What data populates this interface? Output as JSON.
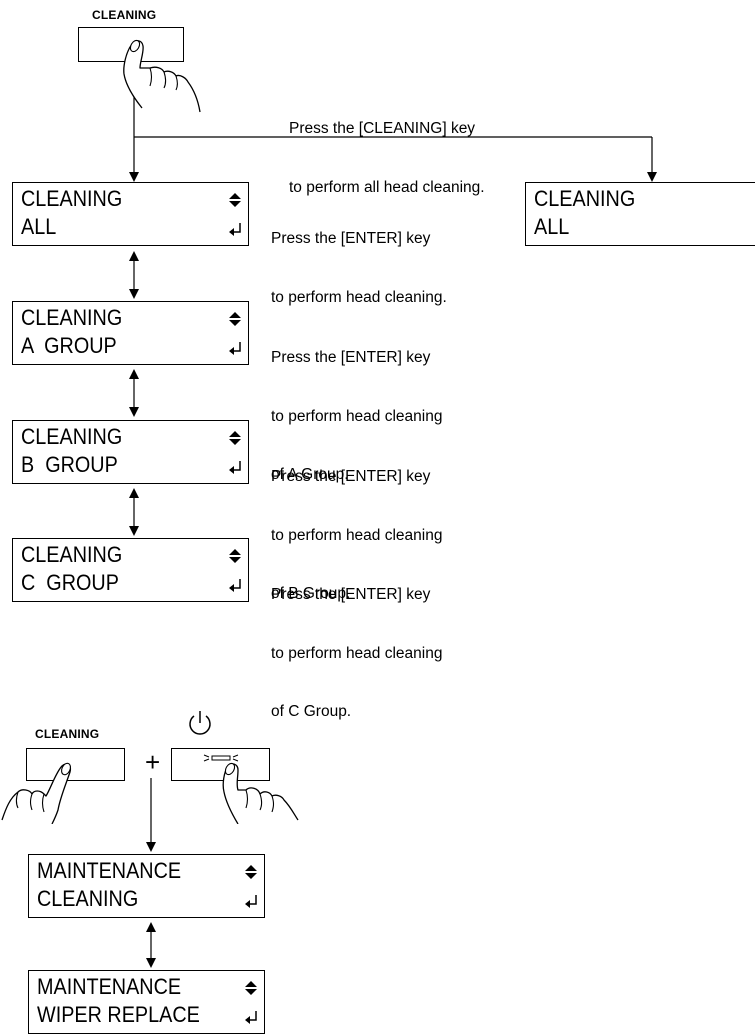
{
  "top_key": {
    "label": "CLEANING"
  },
  "top_note": [
    "Press the [CLEANING] key",
    "to perform all head cleaning."
  ],
  "menu": [
    {
      "line1": "CLEANING",
      "line2": "ALL",
      "desc": [
        "Press the [ENTER] key",
        "to perform head cleaning."
      ]
    },
    {
      "line1": "CLEANING",
      "line2": "A  GROUP",
      "desc": [
        "Press the [ENTER] key",
        "to perform head cleaning",
        "of A Group."
      ]
    },
    {
      "line1": "CLEANING",
      "line2": "B  GROUP",
      "desc": [
        "Press the [ENTER] key",
        "to perform head cleaning",
        "of B Group."
      ]
    },
    {
      "line1": "CLEANING",
      "line2": "C  GROUP",
      "desc": [
        "Press the [ENTER] key",
        "to perform head cleaning",
        "of C Group."
      ]
    }
  ],
  "direct_display": {
    "line1": "CLEANING",
    "line2": "ALL"
  },
  "combo": {
    "key1_label": "CLEANING",
    "plus": "+",
    "key2_icon": "power-icon"
  },
  "maintenance": [
    {
      "line1": "MAINTENANCE",
      "line2": "CLEANING"
    },
    {
      "line1": "MAINTENANCE",
      "line2": "WIPER REPLACE"
    }
  ],
  "icons": {
    "updown": "updown-arrows-icon",
    "enter": "enter-icon",
    "hand": "pressing-hand-icon"
  }
}
